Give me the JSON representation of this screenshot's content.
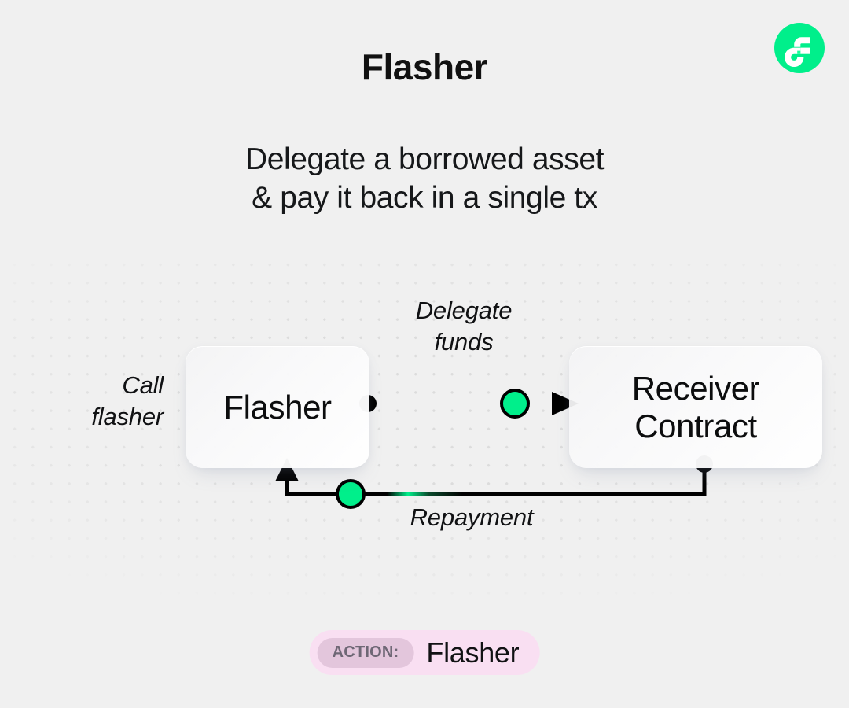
{
  "brand": {
    "logo_icon": "flow-logo-icon",
    "logo_color": "#00EF8B",
    "logo_mark_color": "#FFFFFF"
  },
  "header": {
    "title": "Flasher",
    "subtitle_lines": [
      "Delegate a borrowed asset",
      "& pay it back in a single tx"
    ]
  },
  "diagram": {
    "nodes": [
      {
        "id": "flasher",
        "label": "Flasher"
      },
      {
        "id": "receiver",
        "label_lines": [
          "Receiver",
          "Contract"
        ]
      }
    ],
    "labels": {
      "call_flasher": [
        "Call",
        "flasher"
      ],
      "delegate_funds": [
        "Delegate",
        "funds"
      ],
      "repayment": [
        "Repayment"
      ]
    },
    "colors": {
      "accent_green": "#00EF8B",
      "edge_stroke": "#000000",
      "dot_grid": "#DCDCDC",
      "canvas_background": "#F0F0F0"
    }
  },
  "action_badge": {
    "key": "ACTION:",
    "value": "Flasher",
    "background": "#F9DFF2",
    "key_background": "#E3C6DC"
  }
}
